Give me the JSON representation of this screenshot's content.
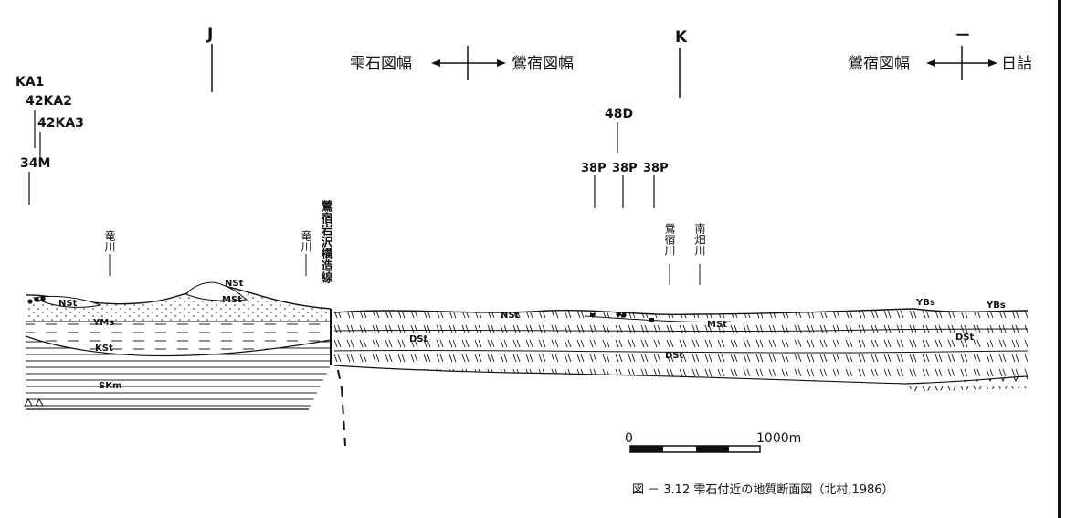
{
  "section_markers": {
    "J": "J",
    "K": "K",
    "right_mark": "ー"
  },
  "map_boundaries": [
    {
      "left": "雫石図幅",
      "right": "鶯宿図幅"
    },
    {
      "left": "鶯宿図幅",
      "right": "日詰"
    }
  ],
  "boreholes": {
    "left": [
      "KA1",
      "42KA2",
      "42KA3",
      "34M"
    ],
    "right": [
      "48D",
      "38P",
      "38P",
      "38P"
    ]
  },
  "rivers": {
    "ryu_1": "竜川",
    "ryu_2": "竜川",
    "oshuku": "鶯宿川",
    "minamihata": "南畑川"
  },
  "fault_label": "鶯宿岩沢構造線",
  "units": {
    "NSt_a": "NSt",
    "NSt_b": "NSt",
    "MSt_a": "MSt",
    "YMs": "YMs",
    "KSt": "KSt",
    "SKm": "SKm",
    "NSt_c": "NSt",
    "MSt_b": "MSt",
    "DSt_a": "DSt",
    "DSt_b": "DSt",
    "DSt_c": "DSt",
    "YBs_a": "YBs",
    "YBs_b": "YBs"
  },
  "scale": {
    "start": "0",
    "end": "1000m"
  },
  "caption": "図 － 3.12 雫石付近の地質断面図（北村,1986）",
  "colors": {
    "ink": "#111111",
    "paper": "#ffffff"
  }
}
